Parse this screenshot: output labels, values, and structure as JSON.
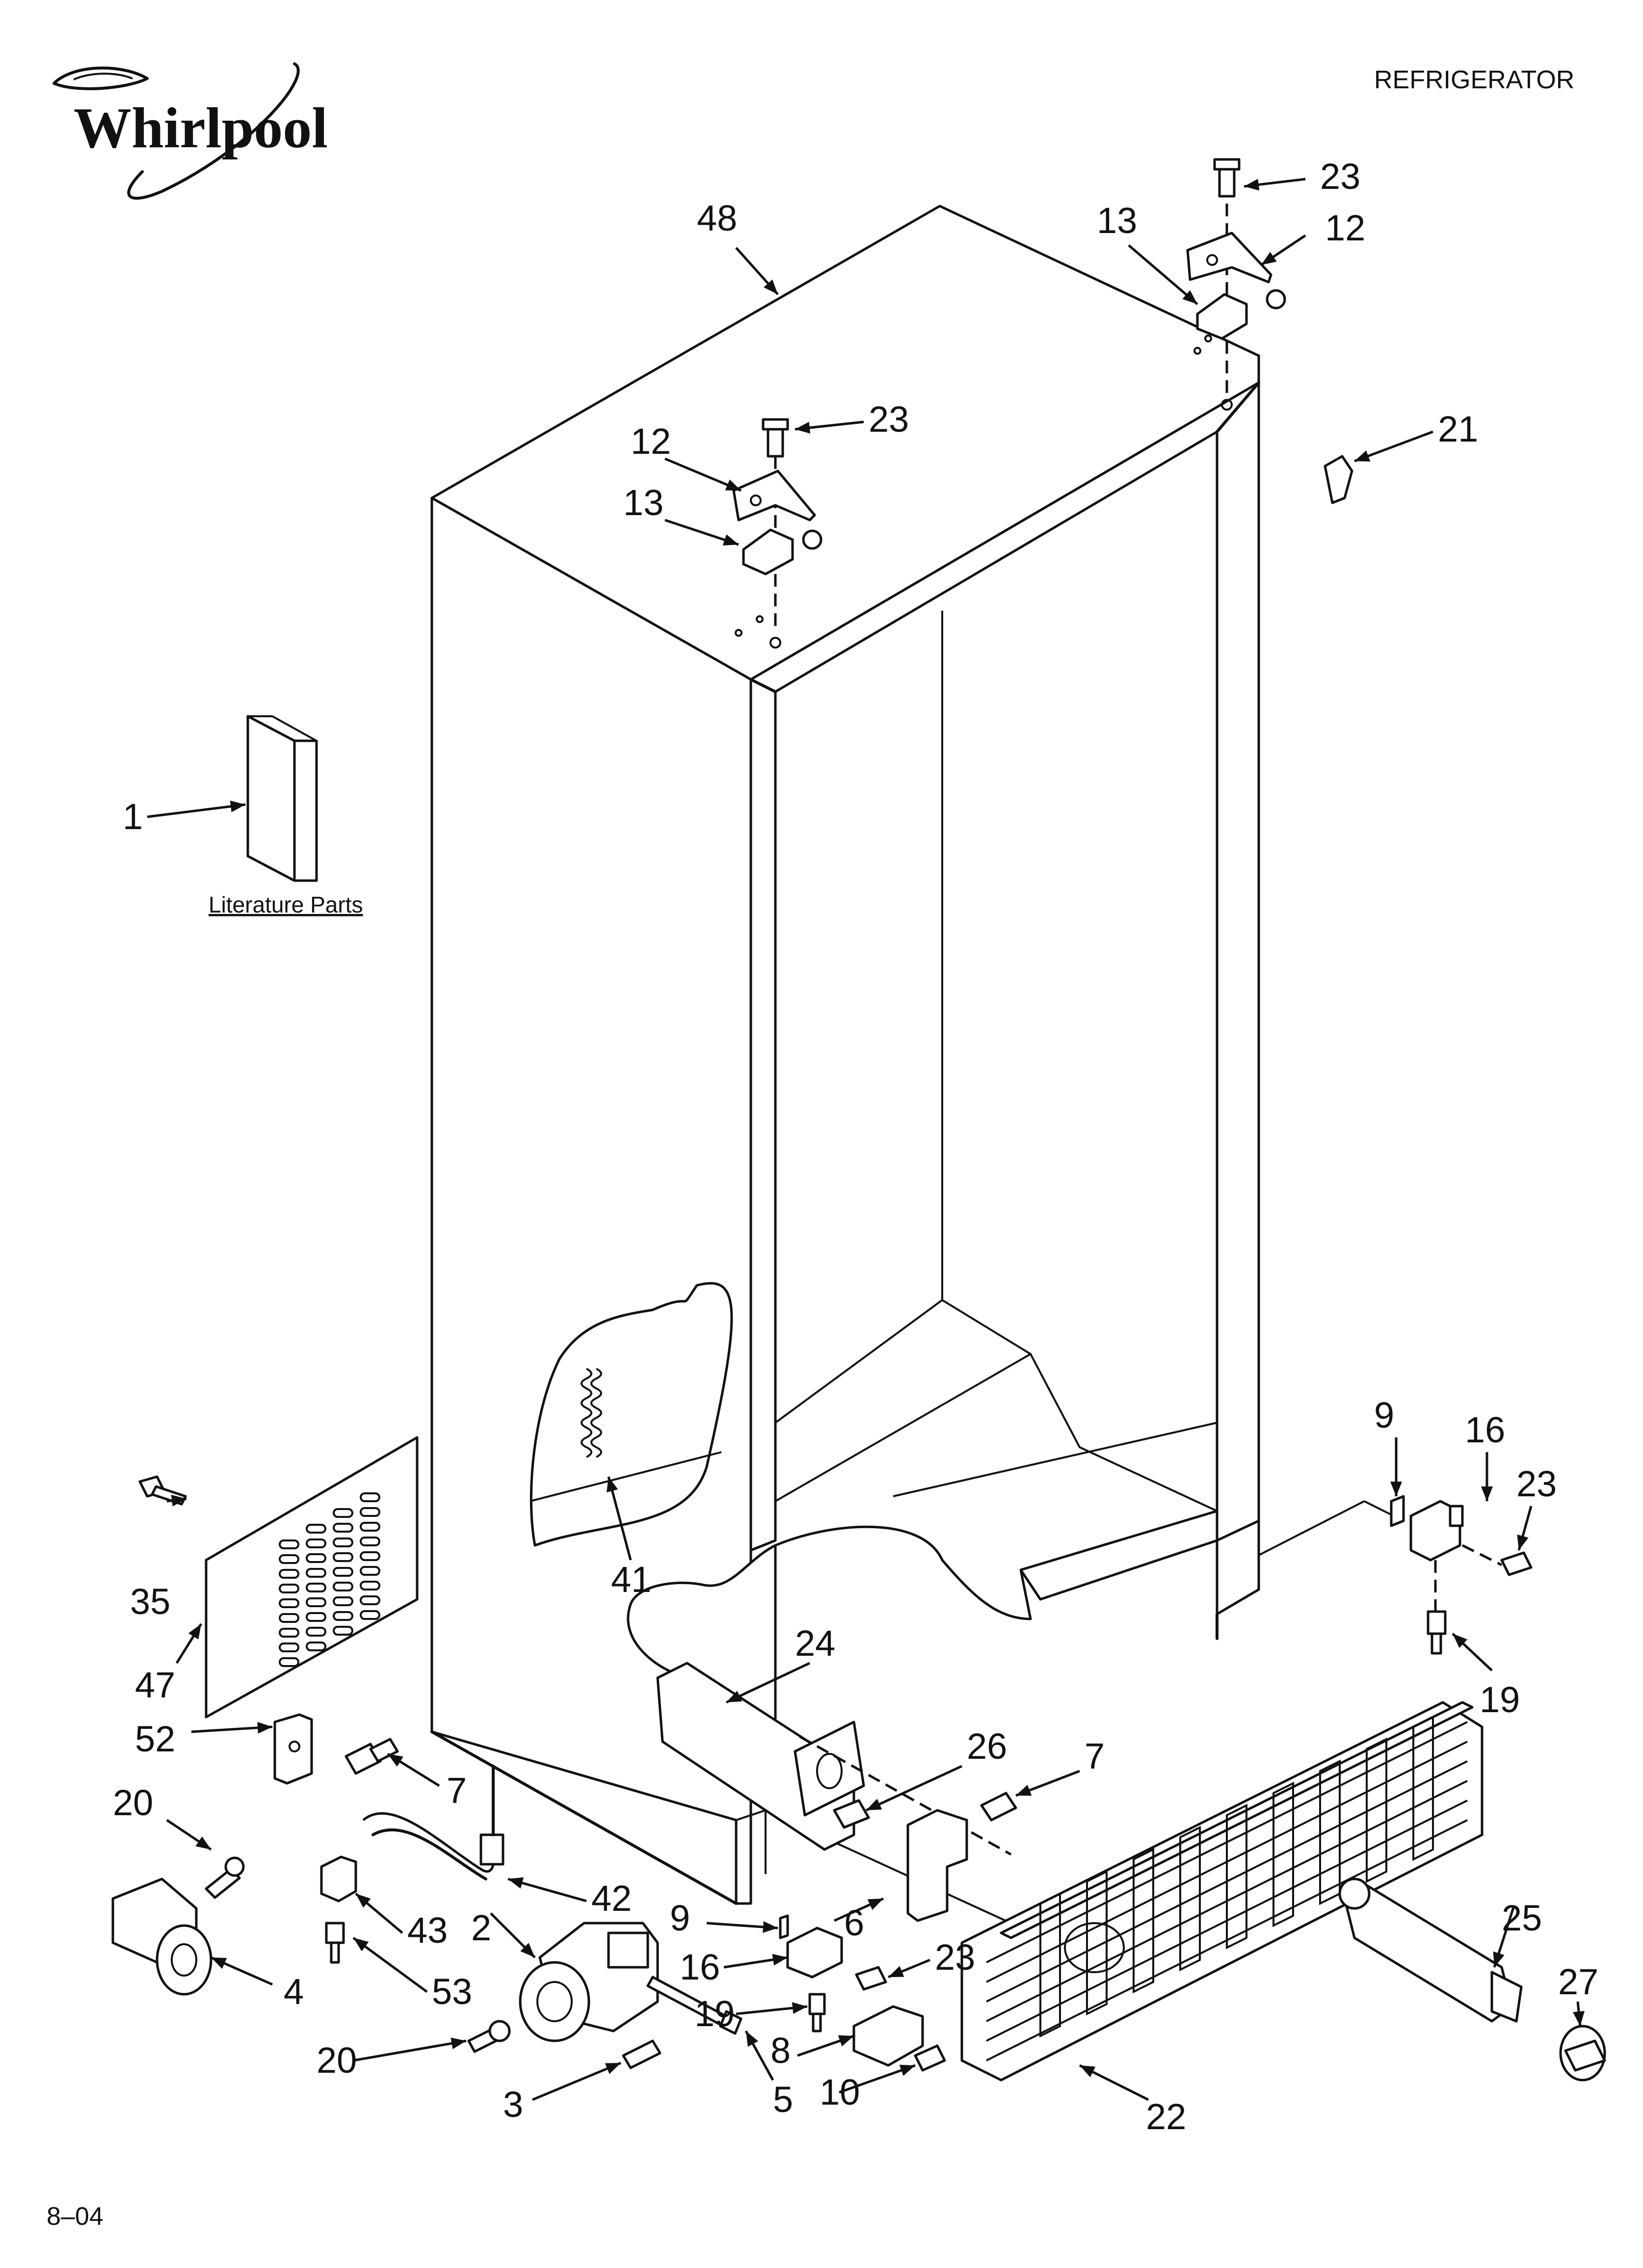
{
  "header": {
    "brand": "Whirlpool",
    "title": "REFRIGERATOR",
    "date_code": "8–04",
    "literature_caption": "Literature Parts"
  },
  "callouts": [
    {
      "id": "c48",
      "text": "48"
    },
    {
      "id": "c23a",
      "text": "23"
    },
    {
      "id": "c13a",
      "text": "13"
    },
    {
      "id": "c12a",
      "text": "12"
    },
    {
      "id": "c23b",
      "text": "23"
    },
    {
      "id": "c12b",
      "text": "12"
    },
    {
      "id": "c13b",
      "text": "13"
    },
    {
      "id": "c21",
      "text": "21"
    },
    {
      "id": "c1",
      "text": "1"
    },
    {
      "id": "c41",
      "text": "41"
    },
    {
      "id": "c9a",
      "text": "9"
    },
    {
      "id": "c16a",
      "text": "16"
    },
    {
      "id": "c23c",
      "text": "23"
    },
    {
      "id": "c19a",
      "text": "19"
    },
    {
      "id": "c35",
      "text": "35"
    },
    {
      "id": "c47",
      "text": "47"
    },
    {
      "id": "c24",
      "text": "24"
    },
    {
      "id": "c52",
      "text": "52"
    },
    {
      "id": "c7a",
      "text": "7"
    },
    {
      "id": "c26",
      "text": "26"
    },
    {
      "id": "c7b",
      "text": "7"
    },
    {
      "id": "c20a",
      "text": "20"
    },
    {
      "id": "c42",
      "text": "42"
    },
    {
      "id": "c43",
      "text": "43"
    },
    {
      "id": "c2",
      "text": "2"
    },
    {
      "id": "c9b",
      "text": "9"
    },
    {
      "id": "c6",
      "text": "6"
    },
    {
      "id": "c25",
      "text": "25"
    },
    {
      "id": "c16b",
      "text": "16"
    },
    {
      "id": "c23d",
      "text": "23"
    },
    {
      "id": "c27",
      "text": "27"
    },
    {
      "id": "c4",
      "text": "4"
    },
    {
      "id": "c53",
      "text": "53"
    },
    {
      "id": "c19b",
      "text": "19"
    },
    {
      "id": "c8",
      "text": "8"
    },
    {
      "id": "c20b",
      "text": "20"
    },
    {
      "id": "c3",
      "text": "3"
    },
    {
      "id": "c5",
      "text": "5"
    },
    {
      "id": "c10",
      "text": "10"
    },
    {
      "id": "c22",
      "text": "22"
    }
  ]
}
